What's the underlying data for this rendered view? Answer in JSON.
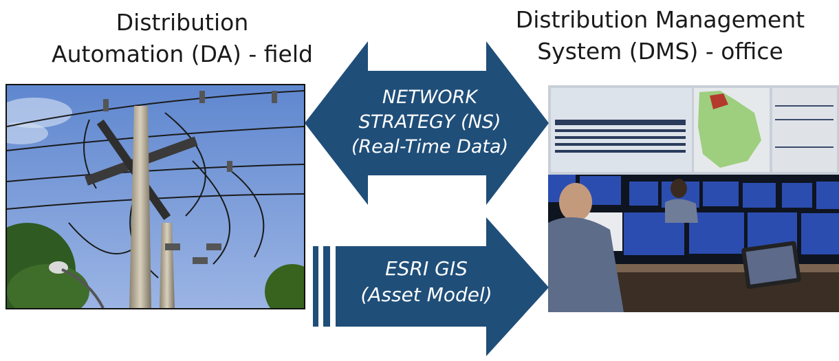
{
  "left_panel": {
    "title_line1": "Distribution",
    "title_line2": "Automation (DA) - field",
    "photo_subject": "utility-pole-photo"
  },
  "right_panel": {
    "title_line1": "Distribution Management",
    "title_line2": "System (DMS) - office",
    "photo_subject": "control-room-photo"
  },
  "ns_arrow": {
    "line1": "NETWORK",
    "line2": "STRATEGY (NS)",
    "line3": "(Real-Time Data)",
    "direction": "bidirectional"
  },
  "gis_arrow": {
    "line1": "ESRI GIS",
    "line2": "(Asset Model)",
    "direction": "left-to-right"
  },
  "colors": {
    "arrow": "#1f4e79",
    "arrow_text": "#ffffff",
    "title_text": "#1a1a1a"
  }
}
